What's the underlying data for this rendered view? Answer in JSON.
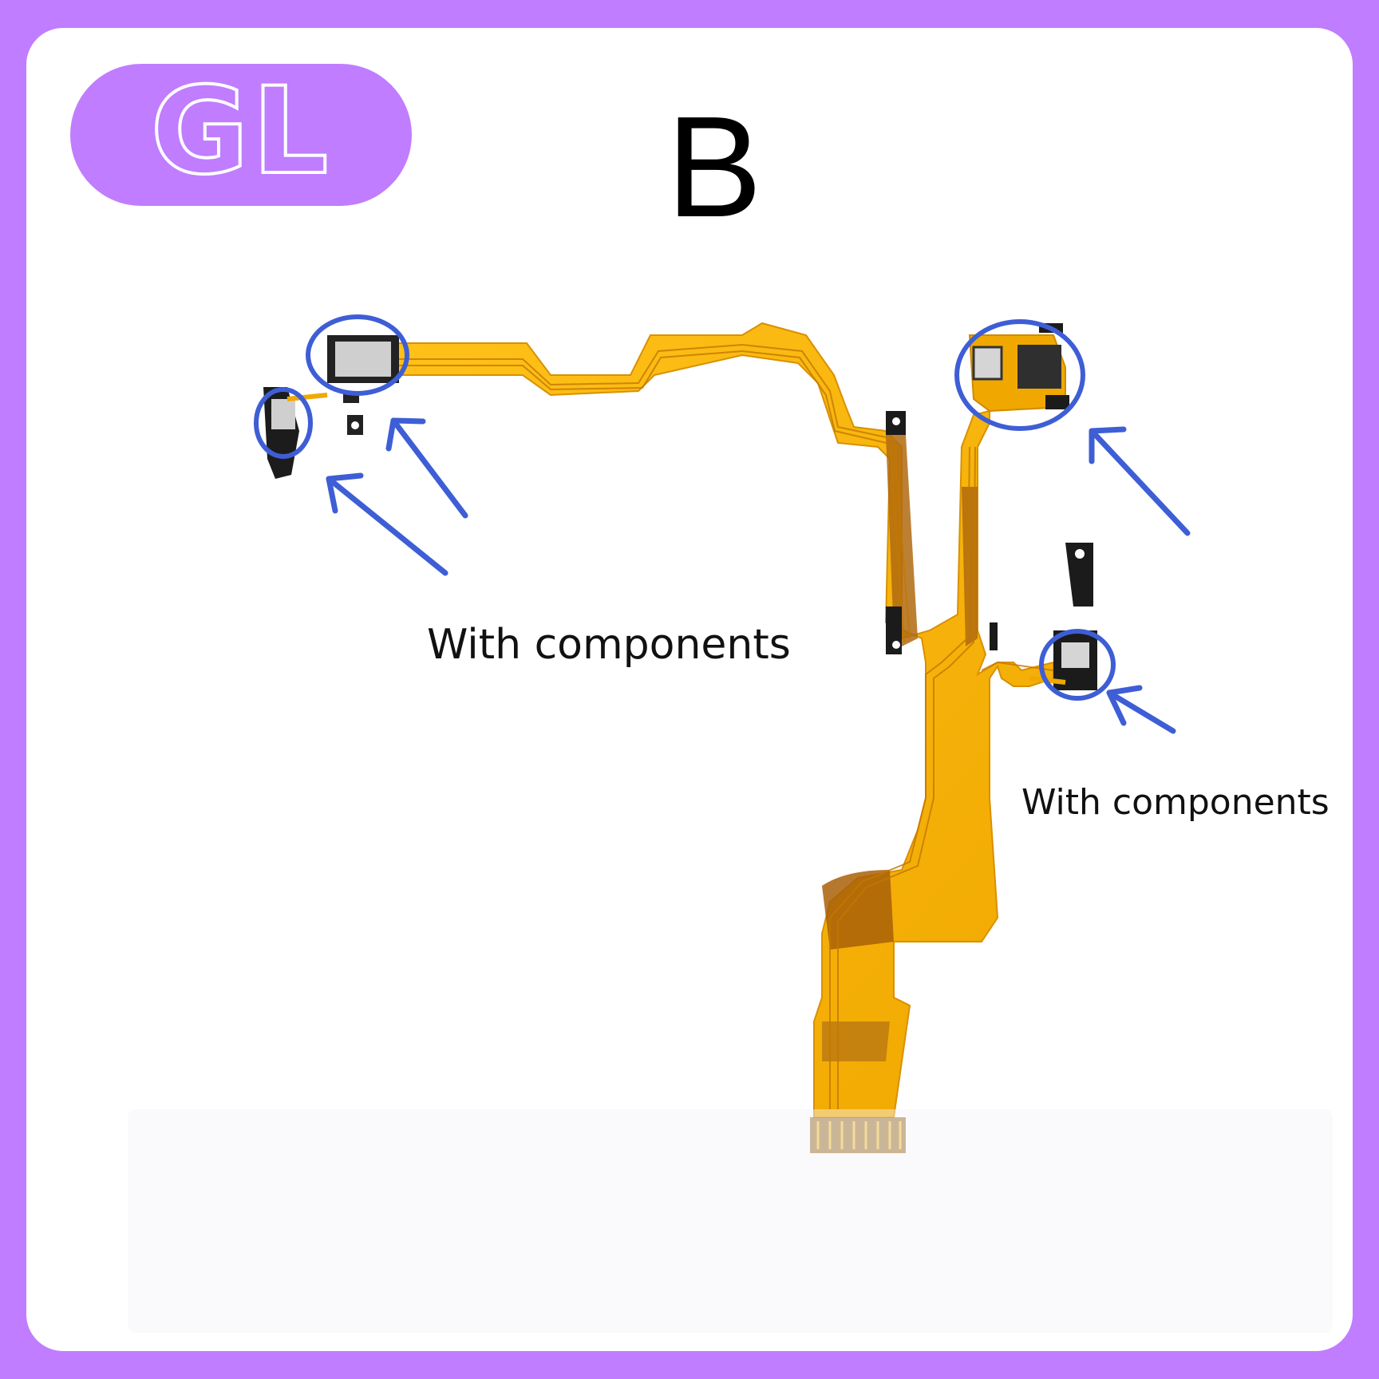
{
  "badge": {
    "text": "GL"
  },
  "variant_letter": "B",
  "annotations": {
    "left_label": "With components",
    "right_label": "With components"
  },
  "colors": {
    "background": "#c07dff",
    "card": "#ffffff",
    "highlight": "#3e5ed6",
    "flex_cable": "#f5b700",
    "flex_cable_dark": "#b86a00"
  }
}
